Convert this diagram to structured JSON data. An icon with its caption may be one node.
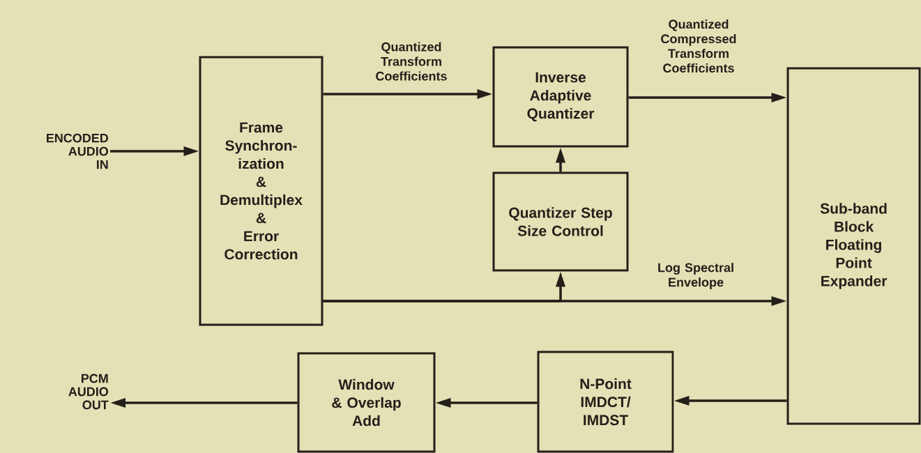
{
  "diagram": {
    "nodes": [
      {
        "text": [
          "ENCODED AUDIO IN"
        ]
      },
      {
        "text": [
          "Frame Synchron-ization & Demultiplex & Error Correction"
        ]
      },
      {
        "text": [
          "Inverse Adaptive Quantizer"
        ]
      },
      {
        "text": [
          "Quantizer Step Size Control"
        ]
      },
      {
        "text": [
          "Sub-band Block Floating Point Expander"
        ]
      },
      {
        "text": [
          "N-Point IMDCT/ IMDST"
        ]
      },
      {
        "text": [
          "Window & Overlap Add"
        ]
      },
      {
        "text": [
          "PCM AUDIO OUT"
        ]
      }
    ],
    "edges": [
      {
        "from": 0,
        "to": 1,
        "arrow": "to"
      },
      {
        "from": 1,
        "to": 2,
        "arrow": "to",
        "label": "Quantized Transform Coefficients"
      },
      {
        "from": 2,
        "to": 4,
        "arrow": "to",
        "label": "Quantized Compressed Transform Coefficients"
      },
      {
        "from": 1,
        "to": 4,
        "arrow": "to",
        "label": "Log Spectral Envelope"
      },
      {
        "from": 1,
        "to": 3,
        "arrow": "to"
      },
      {
        "from": 3,
        "to": 2,
        "arrow": "to"
      },
      {
        "from": 4,
        "to": 5,
        "arrow": "to"
      },
      {
        "from": 5,
        "to": 6,
        "arrow": "to"
      },
      {
        "from": 6,
        "to": 7,
        "arrow": "to"
      }
    ]
  }
}
